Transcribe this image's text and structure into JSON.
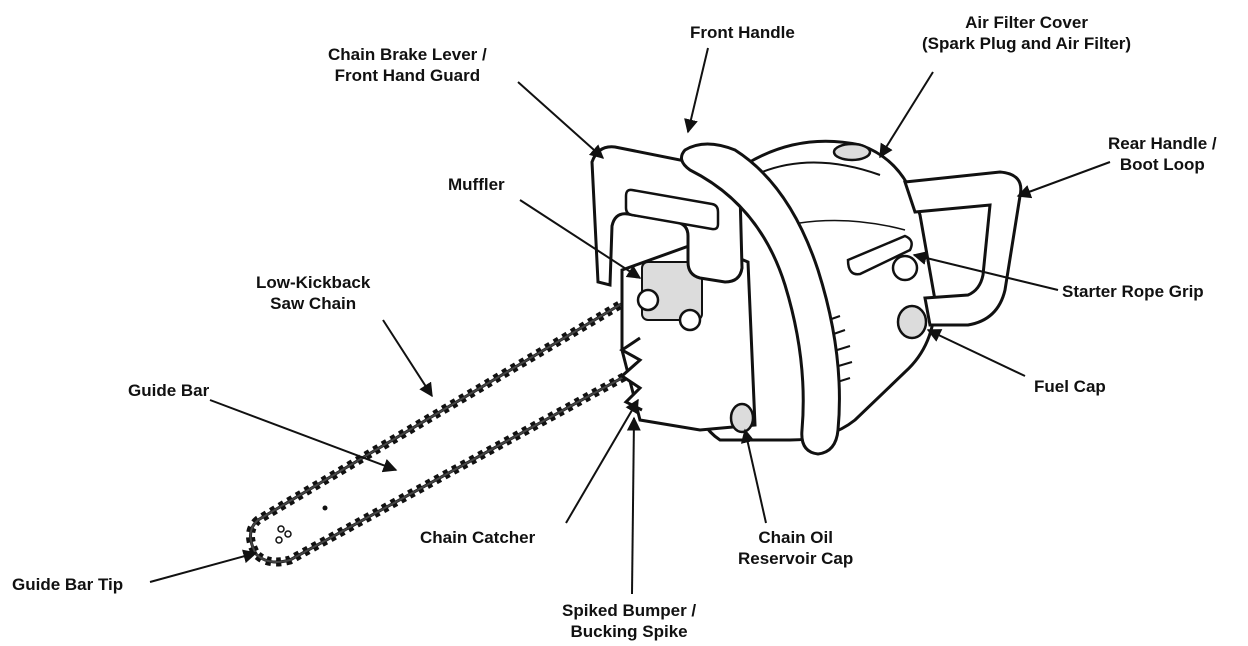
{
  "labels": {
    "front_handle": [
      "Front Handle"
    ],
    "air_filter_cover": [
      "Air Filter Cover",
      "(Spark Plug and Air Filter)"
    ],
    "chain_brake": [
      "Chain Brake Lever /",
      "Front Hand Guard"
    ],
    "rear_handle": [
      "Rear Handle /",
      "Boot Loop"
    ],
    "muffler": [
      "Muffler"
    ],
    "low_kickback": [
      "Low-Kickback",
      "Saw Chain"
    ],
    "starter_rope": [
      "Starter Rope Grip"
    ],
    "guide_bar": [
      "Guide Bar"
    ],
    "fuel_cap": [
      "Fuel Cap"
    ],
    "chain_catcher": [
      "Chain Catcher"
    ],
    "chain_oil": [
      "Chain Oil",
      "Reservoir Cap"
    ],
    "guide_bar_tip": [
      "Guide Bar Tip"
    ],
    "spiked_bumper": [
      "Spiked Bumper /",
      "Bucking Spike"
    ]
  },
  "colors": {
    "line": "#111111",
    "fill": "#ffffff",
    "shade": "#dcdcdc"
  }
}
